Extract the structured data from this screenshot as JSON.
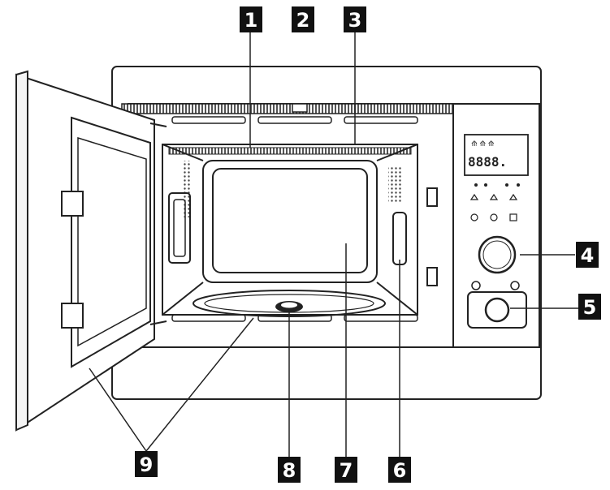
{
  "callouts": [
    {
      "id": "1",
      "label": "1"
    },
    {
      "id": "2",
      "label": "2"
    },
    {
      "id": "3",
      "label": "3"
    },
    {
      "id": "4",
      "label": "4"
    },
    {
      "id": "5",
      "label": "5"
    },
    {
      "id": "6",
      "label": "6"
    },
    {
      "id": "7",
      "label": "7"
    },
    {
      "id": "8",
      "label": "8"
    },
    {
      "id": "9",
      "label": "9"
    }
  ],
  "display": {
    "digits": "8888."
  },
  "colors": {
    "line": "#222222",
    "badge": "#111111",
    "fill_light": "#f4f4f4",
    "hatch": "#555555"
  }
}
